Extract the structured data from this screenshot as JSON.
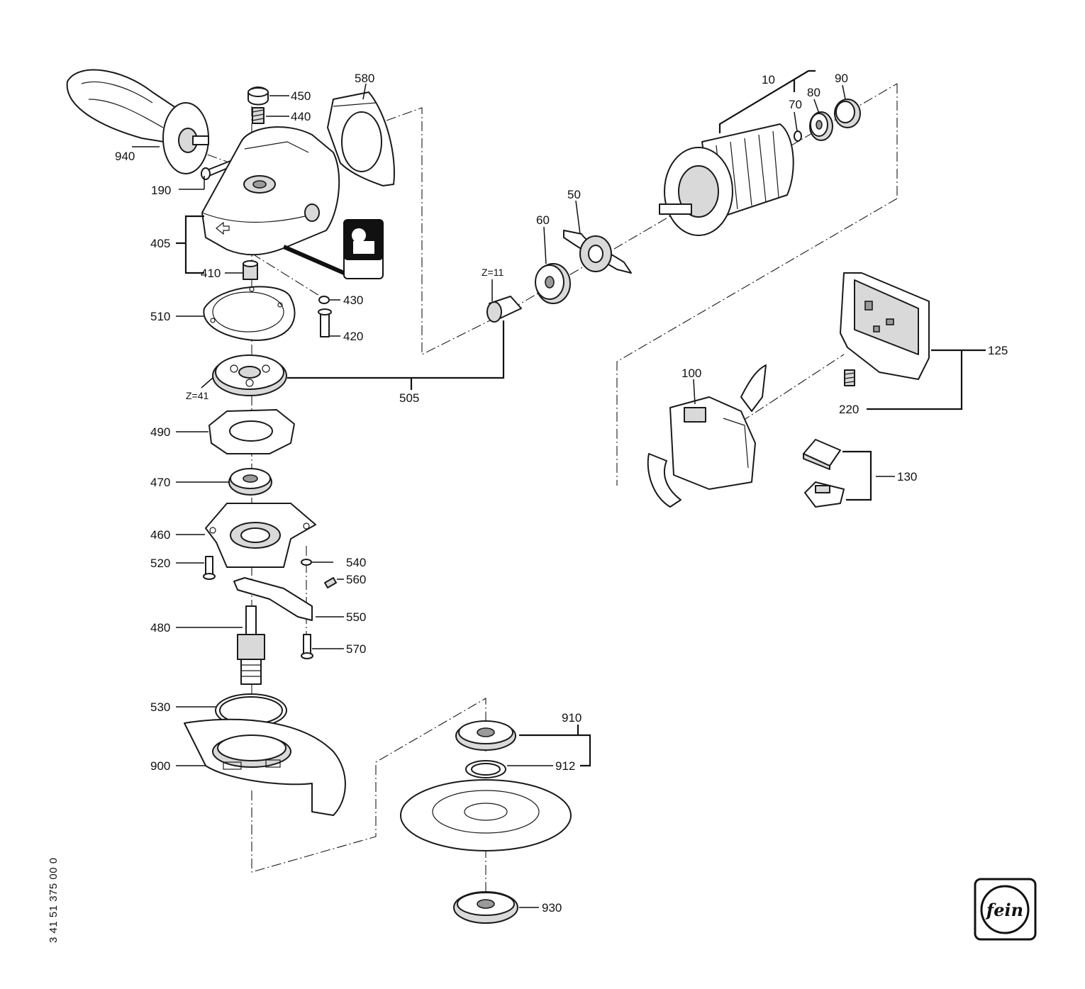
{
  "labels": {
    "p10": "10",
    "p50": "50",
    "p60": "60",
    "p70": "70",
    "p80": "80",
    "p90": "90",
    "p100": "100",
    "p125": "125",
    "p130": "130",
    "p190": "190",
    "p220": "220",
    "p405": "405",
    "p410": "410",
    "p420": "420",
    "p430": "430",
    "p440": "440",
    "p450": "450",
    "p460": "460",
    "p470": "470",
    "p480": "480",
    "p490": "490",
    "p505": "505",
    "p510": "510",
    "p520": "520",
    "p530": "530",
    "p540": "540",
    "p550": "550",
    "p560": "560",
    "p570": "570",
    "p580": "580",
    "p900": "900",
    "p910": "910",
    "p912": "912",
    "p930": "930",
    "p940": "940",
    "z11": "Z=11",
    "z41": "Z=41"
  },
  "document_number": "3 41 51 375 00 0",
  "logo_text": "fein"
}
